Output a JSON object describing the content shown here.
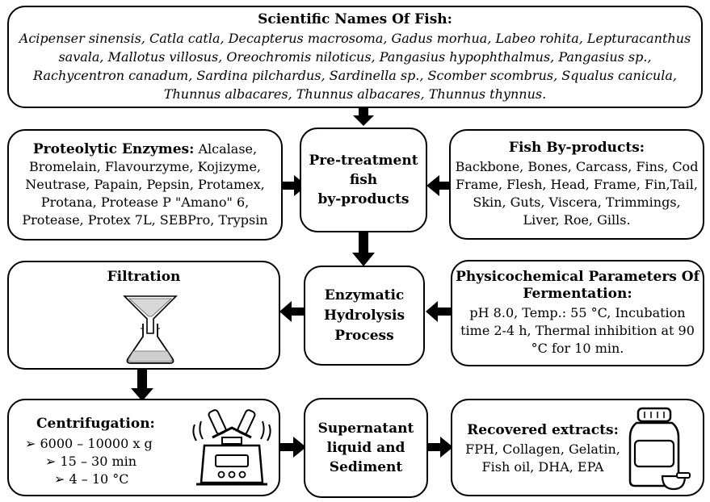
{
  "fish": {
    "title": "Scientific Names Of  Fish:",
    "line1": "Acipenser sinensis, Catla catla, Decapterus macrosoma, Gadus morhua, Labeo rohita, Lepturacanthus",
    "line2": "savala, Mallotus villosus, Oreochromis niloticus, Pangasius hypophthalmus, Pangasius sp.,",
    "line3": "Rachycentron canadum, Sardina pilchardus, Sardinella sp., Scomber scombrus, Squalus canicula,",
    "line4": "Thunnus albacares, Thunnus albacares, Thunnus thynnus."
  },
  "enzymes": {
    "title": "Proteolytic Enzymes:",
    "line1_rest": " Alcalase,",
    "line2": "Bromelain, Flavourzyme, Kojizyme,",
    "line3": "Neutrase, Papain, Pepsin, Protamex,",
    "line4": "Protana, Protease P \"Amano\" 6,",
    "line5": "Protease, Protex 7L, SEBPro, Trypsin"
  },
  "pretreat": {
    "line1": "Pre-treatment",
    "line2": "fish",
    "line3": "by-products"
  },
  "byproducts": {
    "title": "Fish By-products:",
    "line1": "Backbone, Bones, Carcass, Fins, Cod",
    "line2": "Frame, Flesh, Head, Frame, Fin,Tail,",
    "line3": "Skin, Guts, Viscera, Trimmings,",
    "line4": "Liver, Roe, Gills."
  },
  "filtration": {
    "title": "Filtration"
  },
  "hydrolysis": {
    "line1": "Enzymatic",
    "line2": "Hydrolysis",
    "line3": "Process"
  },
  "params": {
    "title1": "Physicochemical Parameters Of",
    "title2": "Fermentation:",
    "line1": "pH 8.0, Temp.: 55 °C, Incubation",
    "line2": "time 2-4 h, Thermal inhibition at 90",
    "line3": "°C for 10 min."
  },
  "centrifugation": {
    "title": "Centrifugation:",
    "bullet": "➢",
    "item1": "6000 – 10000 x g",
    "item2": "15 – 30 min",
    "item3": "4 – 10 °C"
  },
  "supernatant": {
    "line1": "Supernatant",
    "line2": "liquid and",
    "line3": "Sediment"
  },
  "recovered": {
    "title": "Recovered extracts:",
    "line1": "FPH, Collagen, Gelatin,",
    "line2": "Fish oil, DHA, EPA"
  }
}
